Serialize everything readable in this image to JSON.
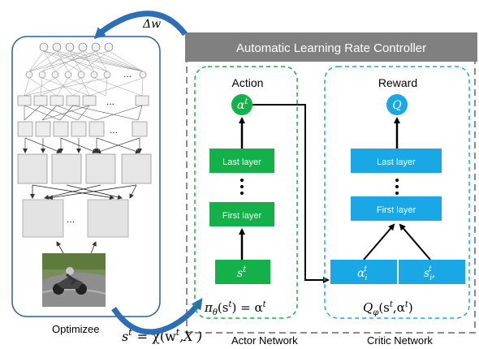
{
  "controller": {
    "title": "Automatic Learning Rate Controller"
  },
  "delta_w": "Δw",
  "optimizee": {
    "label": "Optimizee",
    "ellipsis": "...",
    "state_eq": "s",
    "state_sup": "t",
    "state_rhs": "= χ(w",
    "state_rhs_sup": "t",
    "state_rhs_end": ",X  )"
  },
  "actor": {
    "heading": "Action",
    "output": "α",
    "output_sup": "t",
    "last_layer": "Last layer",
    "first_layer": "First layer",
    "input": "s",
    "input_sup": "t",
    "policy": "π",
    "policy_sub": "θ",
    "policy_mid": "(s",
    "policy_mid_sup": "t",
    "policy_end": ") = α",
    "policy_end_sup": "t",
    "network_label": "Actor Network"
  },
  "critic": {
    "heading": "Reward",
    "output": "Q",
    "last_layer": "Last layer",
    "first_layer": "First layer",
    "input_a": "α",
    "input_a_sub": "i",
    "input_a_sup": "t",
    "input_s": "s",
    "input_s_sub": "i",
    "input_s_sup": "t",
    "input_s_tail": ",",
    "qfunc": "Q",
    "qfunc_sub": "φ",
    "qfunc_mid": "(s",
    "qfunc_mid_sup": "t",
    "qfunc_mid2": ",α",
    "qfunc_mid2_sup": "t",
    "qfunc_end": ")",
    "network_label": "Critic Network"
  },
  "colors": {
    "actor_green": "#14b04a",
    "critic_blue": "#1aa7e6",
    "header_gray": "#7f7f7f",
    "arrow_blue": "#2c6fb5"
  }
}
